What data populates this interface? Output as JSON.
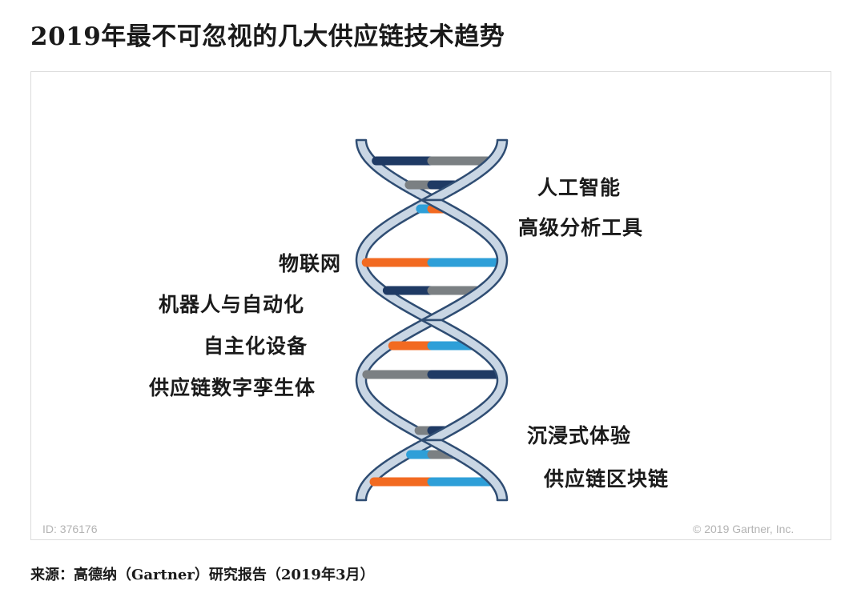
{
  "title": "2019年最不可忽视的几大供应链技术趋势",
  "trends": {
    "ai": "人工智能",
    "analytics": "高级分析工具",
    "iot": "物联网",
    "robotics": "机器人与自动化",
    "autonomous": "自主化设备",
    "twin": "供应链数字孪生体",
    "immersive": "沉浸式体验",
    "blockchain": "供应链区块链"
  },
  "figure_id": "ID: 376176",
  "copyright": "© 2019 Gartner, Inc.",
  "source": "来源：高德纳（Gartner）研究报告（2019年3月）",
  "colors": {
    "navy": "#1f3a64",
    "gray": "#7b8083",
    "blue": "#2e9fd8",
    "orange": "#f26a21",
    "strand": "#c9d6e4",
    "strand_edge": "#2f4d73"
  },
  "rungs": [
    [
      "navy",
      "gray"
    ],
    [
      "gray",
      "navy"
    ],
    [
      "blue",
      "orange"
    ],
    [
      "orange",
      "blue"
    ],
    [
      "navy",
      "gray"
    ],
    [
      "blue",
      "orange"
    ],
    [
      "orange",
      "blue"
    ],
    [
      "gray",
      "navy"
    ],
    [
      "gray",
      "navy"
    ],
    [
      "blue",
      "gray"
    ],
    [
      "orange",
      "blue"
    ]
  ]
}
